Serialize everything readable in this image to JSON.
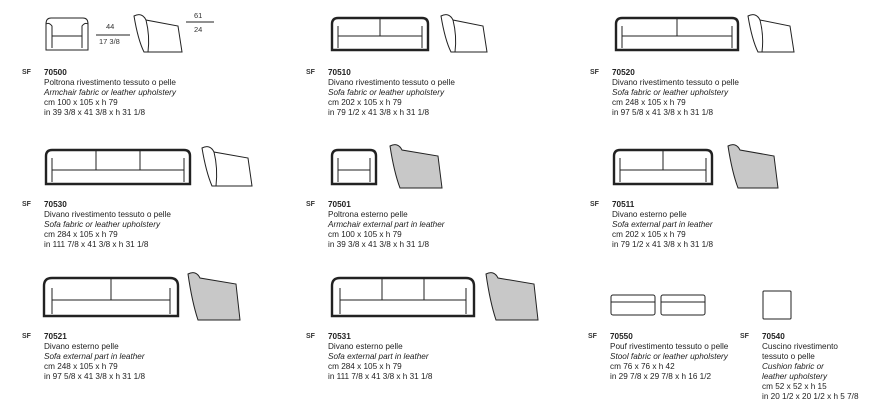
{
  "items": [
    {
      "sf": "SF",
      "code": "70500",
      "it": "Poltrona rivestimento tessuto o pelle",
      "en": "Armchair fabric or leather upholstery",
      "cm": "cm 100 x 105 x h 79",
      "in": "in 39 3/8 x 41 3/8 x h 31 1/8"
    },
    {
      "sf": "SF",
      "code": "70510",
      "it": "Divano rivestimento tessuto o pelle",
      "en": "Sofa fabric or leather upholstery",
      "cm": "cm 202 x 105 x h 79",
      "in": "in 79 1/2 x 41 3/8 x h 31 1/8"
    },
    {
      "sf": "SF",
      "code": "70520",
      "it": "Divano rivestimento tessuto o pelle",
      "en": "Sofa fabric or leather upholstery",
      "cm": "cm 248 x 105 x h 79",
      "in": "in 97 5/8 x 41 3/8 x h 31 1/8"
    },
    {
      "sf": "SF",
      "code": "70530",
      "it": "Divano rivestimento tessuto o pelle",
      "en": "Sofa fabric or leather upholstery",
      "cm": "cm 284 x 105 x h 79",
      "in": "in 111 7/8 x 41 3/8 x h 31 1/8"
    },
    {
      "sf": "SF",
      "code": "70501",
      "it": "Poltrona esterno pelle",
      "en": "Armchair external part in leather",
      "cm": "cm 100 x 105 x h 79",
      "in": "in 39 3/8 x 41 3/8 x h 31 1/8"
    },
    {
      "sf": "SF",
      "code": "70511",
      "it": "Divano esterno pelle",
      "en": "Sofa external part in leather",
      "cm": "cm 202 x 105 x h 79",
      "in": "in 79 1/2 x 41 3/8 x h 31 1/8"
    },
    {
      "sf": "SF",
      "code": "70521",
      "it": "Divano esterno pelle",
      "en": "Sofa external part in leather",
      "cm": "cm 248 x 105 x h 79",
      "in": "in 97 5/8 x 41 3/8 x h 31 1/8"
    },
    {
      "sf": "SF",
      "code": "70531",
      "it": "Divano esterno pelle",
      "en": "Sofa external part in leather",
      "cm": "cm 284 x 105 x h 79",
      "in": "in 111 7/8 x 41 3/8 x h 31 1/8"
    },
    {
      "sf": "SF",
      "code": "70550",
      "it": "Pouf rivestimento tessuto o pelle",
      "en": "Stool fabric or leather upholstery",
      "cm": "cm 76 x 76 x h 42",
      "in": "in 29 7/8 x 29 7/8 x h 16 1/2"
    },
    {
      "sf": "SF",
      "code": "70540",
      "it": "Cuscino rivestimento",
      "it2": "tessuto o pelle",
      "en": "Cushion fabric or",
      "en2": "leather upholstery",
      "cm": "cm 52 x 52 x h 15",
      "in": "in 20 1/2 x 20 1/2 x h 5 7/8"
    }
  ],
  "dims": {
    "seat_cm": "44",
    "seat_in": "17 3/8",
    "height_cm": "61",
    "height_in": "24"
  }
}
